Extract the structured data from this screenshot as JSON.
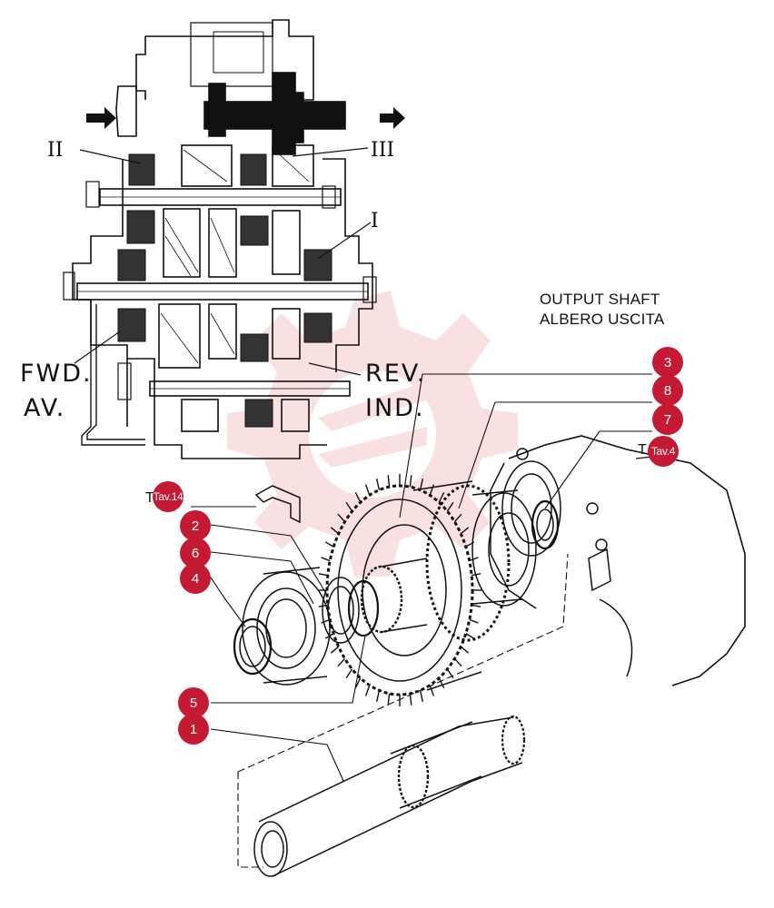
{
  "title": {
    "line1": "OUTPUT SHAFT",
    "line2": "ALBERO USCITA"
  },
  "section_labels": {
    "gear_2": "II",
    "gear_3": "III",
    "gear_1": "I",
    "fwd": "FWD.",
    "av": "AV.",
    "rev": "REV.",
    "ind": "IND."
  },
  "callouts": [
    {
      "id": "1",
      "label": "1"
    },
    {
      "id": "2",
      "label": "2"
    },
    {
      "id": "3",
      "label": "3"
    },
    {
      "id": "4",
      "label": "4"
    },
    {
      "id": "5",
      "label": "5"
    },
    {
      "id": "6",
      "label": "6"
    },
    {
      "id": "7",
      "label": "7"
    },
    {
      "id": "8",
      "label": "8"
    }
  ],
  "refs": {
    "tav14_badge": "Tav.14",
    "tav14_text": "T 14",
    "tav4_badge": "Tav.4",
    "tav4_text": "T"
  },
  "colors": {
    "callout": "#c51a33",
    "line": "#111111",
    "watermark": "#f6c9c9"
  }
}
